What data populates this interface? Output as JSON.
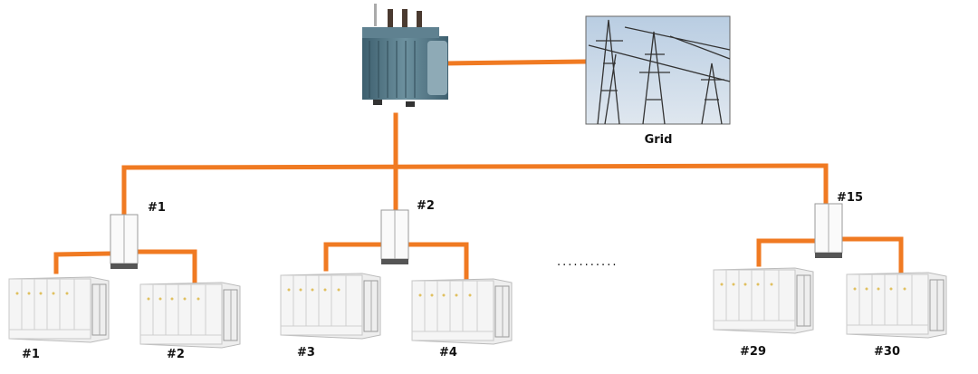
{
  "colors": {
    "wire": "#f07a22",
    "transformer": "#4d7080",
    "cabinet": "#f2f2f2"
  },
  "grid": {
    "label": "Grid",
    "icon": "transmission-towers-photo"
  },
  "transformer": {
    "icon": "transformer"
  },
  "pcs": [
    {
      "label": "#1"
    },
    {
      "label": "#2"
    },
    {
      "label": "#15"
    }
  ],
  "containers": [
    {
      "label": "#1"
    },
    {
      "label": "#2"
    },
    {
      "label": "#3"
    },
    {
      "label": "#4"
    },
    {
      "label": "#29"
    },
    {
      "label": "#30"
    }
  ],
  "ellipsis": "..........."
}
